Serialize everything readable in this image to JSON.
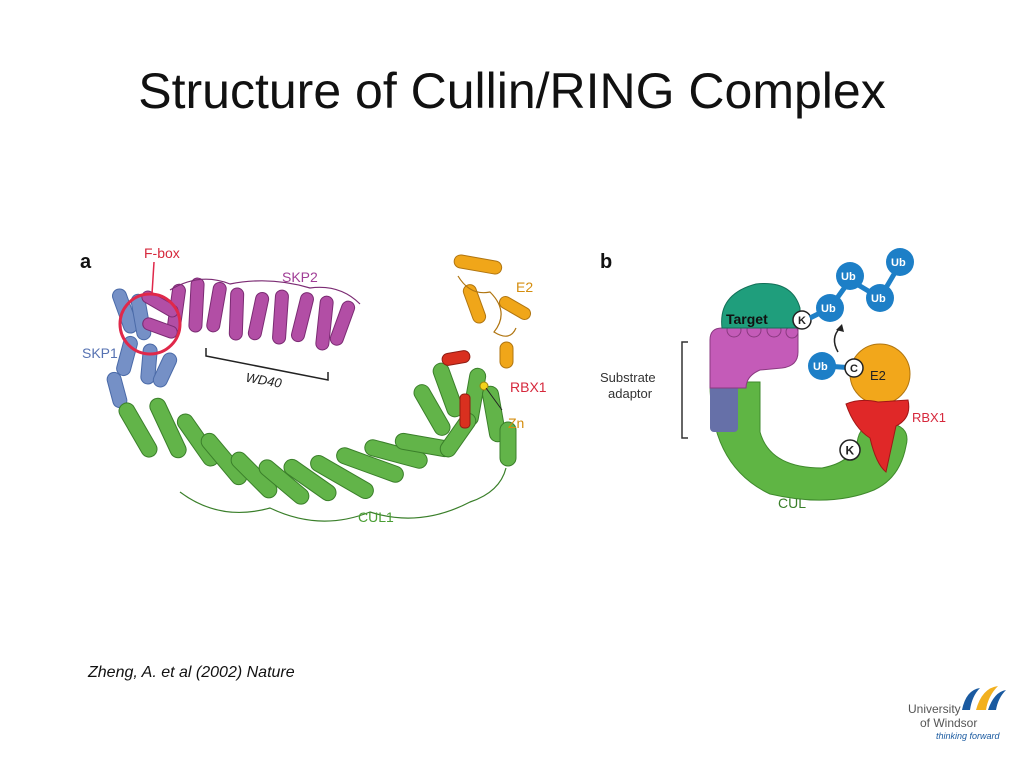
{
  "slide": {
    "title": "Structure of Cullin/RING Complex",
    "citation": "Zheng, A. et al (2002) Nature"
  },
  "panel_a": {
    "letter": "a",
    "labels": {
      "fbox": "F-box",
      "skp2": "SKP2",
      "skp1": "SKP1",
      "wd40": "WD40",
      "e2": "E2",
      "rbx1": "RBX1",
      "zn": "Zn",
      "cul1": "CUL1"
    }
  },
  "panel_b": {
    "letter": "b",
    "labels": {
      "target": "Target",
      "k_target": "K",
      "ub1": "Ub",
      "ub2": "Ub",
      "ub3": "Ub",
      "ub4": "Ub",
      "ub_e2": "Ub",
      "c": "C",
      "e2": "E2",
      "rbx1": "RBX1",
      "k_cul": "K",
      "cul": "CUL",
      "substrate_line1": "Substrate",
      "substrate_line2": "adaptor"
    }
  },
  "logo": {
    "line1": "University",
    "line2": "of Windsor",
    "tagline": "thinking forward"
  },
  "colors": {
    "cullin_green": "#5fb544",
    "skp2_magenta": "#b54fa8",
    "skp1_blue": "#6e8fc4",
    "e2_orange": "#f2a71b",
    "rbx1_red": "#e02828",
    "target_teal": "#1f9e7c",
    "ub_blue": "#1d7fc7",
    "adaptor_slate": "#6670a8",
    "label_red": "#d6283c"
  }
}
